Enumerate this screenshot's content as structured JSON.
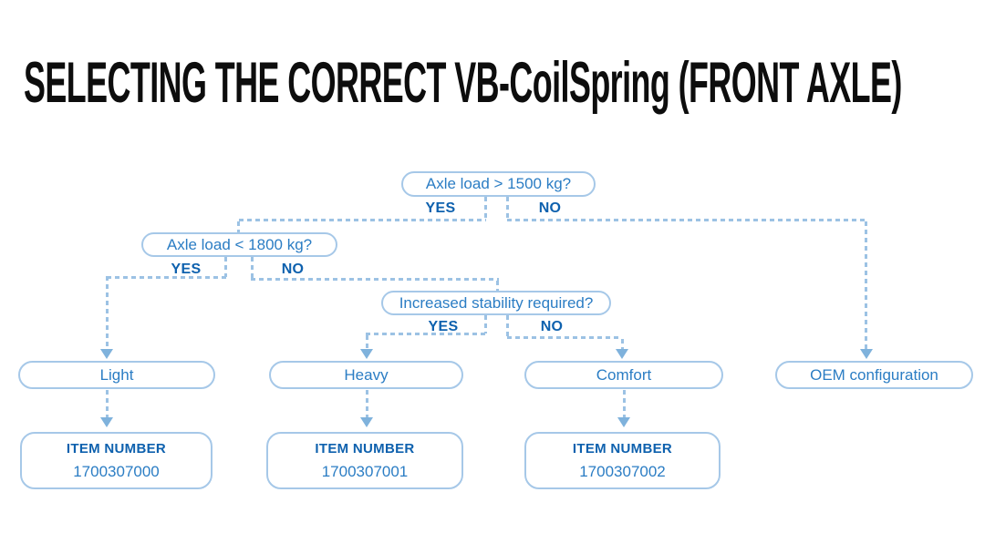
{
  "title": "SELECTING THE CORRECT VB-CoilSpring (FRONT AXLE)",
  "colors": {
    "question_text": "#2b7dc4",
    "emphasis_text": "#0e61ae",
    "box_border": "#a6c8e8",
    "dash_line": "#9cc2e4",
    "arrowhead": "#7fb2dc",
    "title_text": "#0d0d0d"
  },
  "flowchart": {
    "decisions": [
      {
        "question": "Axle load > 1500 kg?",
        "yes_label": "YES",
        "no_label": "NO"
      },
      {
        "question": "Axle load < 1800 kg?",
        "yes_label": "YES",
        "no_label": "NO"
      },
      {
        "question": "Increased stability required?",
        "yes_label": "YES",
        "no_label": "NO"
      }
    ],
    "options": [
      {
        "label": "Light",
        "item_number_label": "ITEM NUMBER",
        "item_number": "1700307000"
      },
      {
        "label": "Heavy",
        "item_number_label": "ITEM NUMBER",
        "item_number": "1700307001"
      },
      {
        "label": "Comfort",
        "item_number_label": "ITEM NUMBER",
        "item_number": "1700307002"
      },
      {
        "label": "OEM configuration"
      }
    ]
  }
}
